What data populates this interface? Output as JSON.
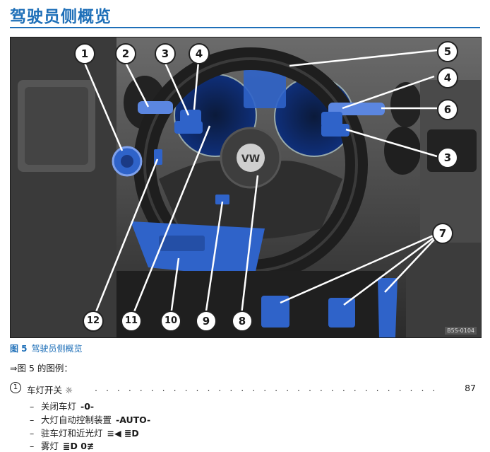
{
  "page": {
    "title": "驾驶员侧概览"
  },
  "figure": {
    "code": "B5S-0104",
    "callouts": [
      "1",
      "2",
      "3",
      "4",
      "5",
      "4",
      "6",
      "3",
      "7",
      "12",
      "11",
      "10",
      "9",
      "8"
    ],
    "colors": {
      "highlight": "#2f63c9",
      "callout_fill": "#ffffff",
      "frame": "#1b1b1b"
    }
  },
  "caption": {
    "label": "图 5",
    "text": "驾驶员侧概览"
  },
  "legend_ref": "⇒图 5 的图例：",
  "legend": {
    "entry1": {
      "num": "1",
      "label": "车灯开关",
      "symbol": "☼",
      "dots": ". . . . . . . . . . . . . . . . . . . . . . . . . . . . . . . . . . . . . . . . .",
      "page": "87"
    },
    "subitems": [
      {
        "dash": "–",
        "text": "关闭车灯",
        "symbol": "-0-"
      },
      {
        "dash": "–",
        "text": "大灯自动控制装置",
        "symbol": "-AUTO-"
      },
      {
        "dash": "–",
        "text": "驻车灯和近光灯",
        "symbol": "≡◀ ≣D"
      },
      {
        "dash": "–",
        "text": "雾灯",
        "symbol": "≣D 0≢"
      }
    ]
  }
}
